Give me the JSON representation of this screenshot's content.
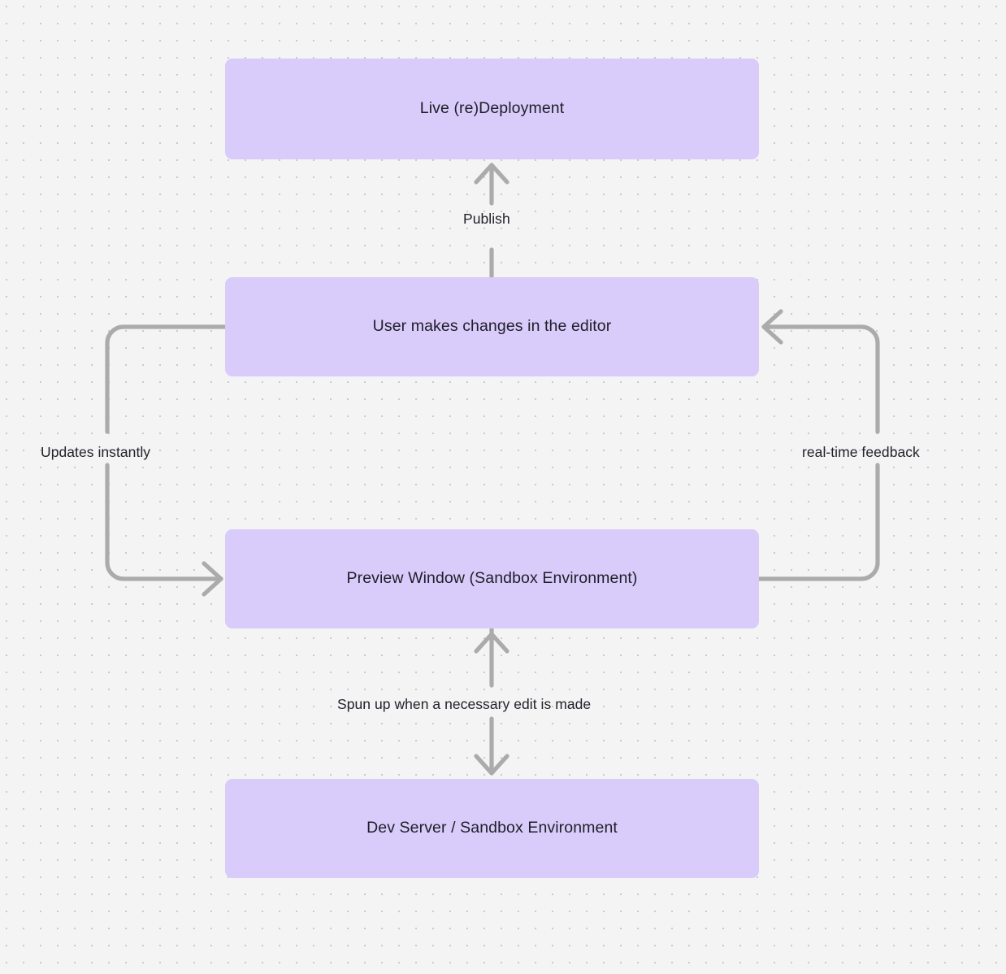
{
  "diagram": {
    "type": "flowchart",
    "background_color": "#f4f4f5",
    "node_fill_color": "#d9cbfa",
    "edge_color": "#ababab",
    "text_color": "#22222a",
    "nodes": [
      {
        "id": "live",
        "label": "Live (re)Deployment"
      },
      {
        "id": "user",
        "label": "User makes changes in the editor"
      },
      {
        "id": "preview",
        "label": "Preview Window (Sandbox Environment)"
      },
      {
        "id": "devserver",
        "label": "Dev Server / Sandbox Environment"
      }
    ],
    "edges": [
      {
        "id": "publish",
        "from": "user",
        "to": "live",
        "label": "Publish",
        "direction": "up"
      },
      {
        "id": "updates",
        "from": "user",
        "to": "preview",
        "label": "Updates instantly",
        "direction": "left-loop"
      },
      {
        "id": "realtime",
        "from": "preview",
        "to": "user",
        "label": "real-time feedback",
        "direction": "right-loop"
      },
      {
        "id": "spunup",
        "from": "preview",
        "to": "devserver",
        "label": "Spun up when a necessary edit is made",
        "direction": "bidirectional"
      }
    ]
  }
}
